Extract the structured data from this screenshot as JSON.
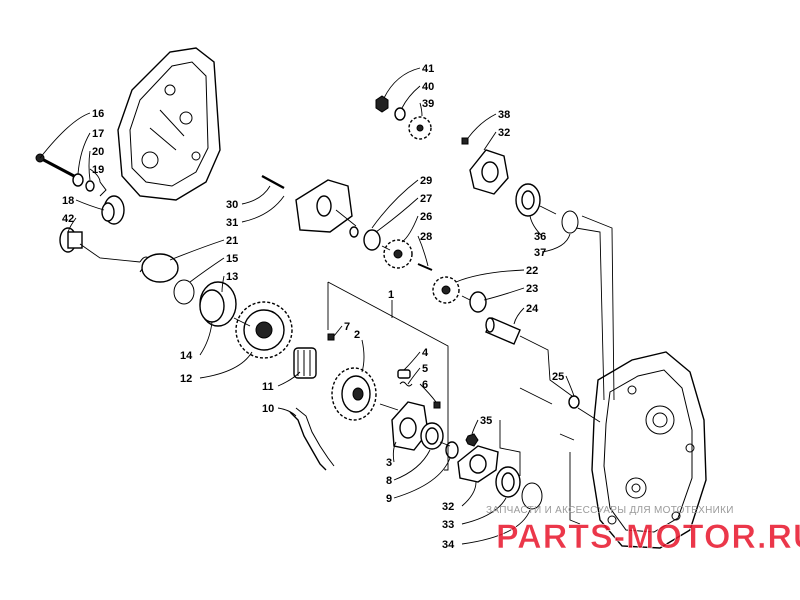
{
  "callouts": [
    {
      "id": "p16",
      "label": "16"
    },
    {
      "id": "p17",
      "label": "17"
    },
    {
      "id": "p20",
      "label": "20"
    },
    {
      "id": "p19",
      "label": "19"
    },
    {
      "id": "p18",
      "label": "18"
    },
    {
      "id": "p42",
      "label": "42"
    },
    {
      "id": "p30",
      "label": "30"
    },
    {
      "id": "p31",
      "label": "31"
    },
    {
      "id": "p21",
      "label": "21"
    },
    {
      "id": "p15",
      "label": "15"
    },
    {
      "id": "p13",
      "label": "13"
    },
    {
      "id": "p14",
      "label": "14"
    },
    {
      "id": "p12",
      "label": "12"
    },
    {
      "id": "p11",
      "label": "11"
    },
    {
      "id": "p10",
      "label": "10"
    },
    {
      "id": "p7",
      "label": "7"
    },
    {
      "id": "p1",
      "label": "1"
    },
    {
      "id": "p2",
      "label": "2"
    },
    {
      "id": "p4",
      "label": "4"
    },
    {
      "id": "p5",
      "label": "5"
    },
    {
      "id": "p6",
      "label": "6"
    },
    {
      "id": "p3",
      "label": "3"
    },
    {
      "id": "p8",
      "label": "8"
    },
    {
      "id": "p9",
      "label": "9"
    },
    {
      "id": "p35",
      "label": "35"
    },
    {
      "id": "p32b",
      "label": "32"
    },
    {
      "id": "p33",
      "label": "33"
    },
    {
      "id": "p34",
      "label": "34"
    },
    {
      "id": "p29",
      "label": "29"
    },
    {
      "id": "p27",
      "label": "27"
    },
    {
      "id": "p26",
      "label": "26"
    },
    {
      "id": "p28",
      "label": "28"
    },
    {
      "id": "p22",
      "label": "22"
    },
    {
      "id": "p23",
      "label": "23"
    },
    {
      "id": "p24",
      "label": "24"
    },
    {
      "id": "p25",
      "label": "25"
    },
    {
      "id": "p41",
      "label": "41"
    },
    {
      "id": "p40",
      "label": "40"
    },
    {
      "id": "p39",
      "label": "39"
    },
    {
      "id": "p38",
      "label": "38"
    },
    {
      "id": "p32a",
      "label": "32"
    },
    {
      "id": "p36",
      "label": "36"
    },
    {
      "id": "p37",
      "label": "37"
    }
  ],
  "watermark": {
    "text": "ЗАПЧАСТИ И АКСЕССУАРЫ ДЛЯ МОТОТЕХНИКИ",
    "logo": "PARTS-MOTOR.RU",
    "logo_color": "#e8142a"
  }
}
